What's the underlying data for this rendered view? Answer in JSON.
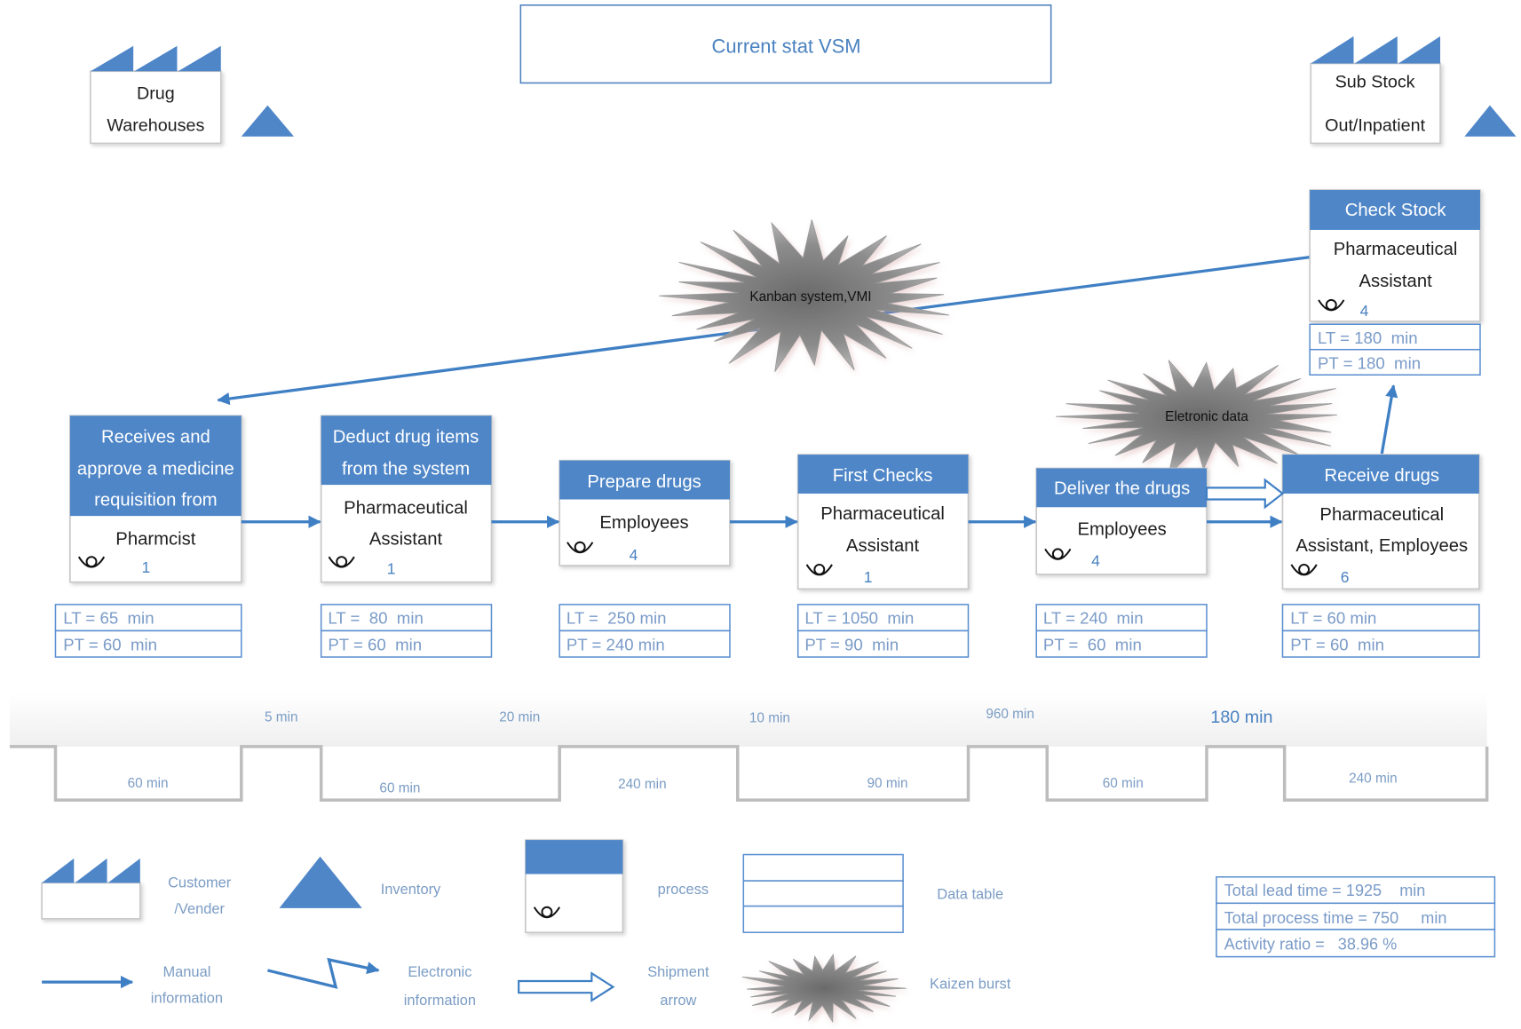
{
  "title": "Current stat VSM",
  "supplier": {
    "lines": [
      "Drug",
      "Warehouses"
    ]
  },
  "customer": {
    "lines": [
      "Sub Stock",
      "Out/Inpatient"
    ]
  },
  "check_stock": {
    "header": "Check Stock",
    "body": [
      "Pharmaceutical",
      "Assistant"
    ],
    "operators": "4",
    "lt": "LT = 180  min",
    "pt": "PT = 180  min"
  },
  "kaizen_bursts": [
    "Kanban system,VMI",
    "Eletronic data"
  ],
  "processes": [
    {
      "header": [
        "Receives and",
        "approve a medicine",
        "requisition from"
      ],
      "body": [
        "Pharmcist"
      ],
      "operators": "1",
      "lt": "LT = 65  min",
      "pt": "PT = 60  min"
    },
    {
      "header": [
        "Deduct drug items",
        "from the system"
      ],
      "body": [
        "Pharmaceutical",
        "Assistant"
      ],
      "operators": "1",
      "lt": "LT =  80  min",
      "pt": "PT = 60  min"
    },
    {
      "header": [
        "Prepare drugs"
      ],
      "body": [
        "Employees"
      ],
      "operators": "4",
      "lt": "LT =  250 min",
      "pt": "PT = 240 min"
    },
    {
      "header": [
        "First Checks"
      ],
      "body": [
        "Pharmaceutical",
        "Assistant"
      ],
      "operators": "1",
      "lt": "LT = 1050  min",
      "pt": "PT = 90  min"
    },
    {
      "header": [
        "Deliver the drugs"
      ],
      "body": [
        "Employees"
      ],
      "operators": "4",
      "lt": "LT = 240  min",
      "pt": "PT =  60  min"
    },
    {
      "header": [
        "Receive drugs"
      ],
      "body": [
        "Pharmaceutical",
        "Assistant, Employees"
      ],
      "operators": "6",
      "lt": "LT = 60 min",
      "pt": "PT = 60  min"
    }
  ],
  "timeline": {
    "wait_times": [
      "5 min",
      "20 min",
      "10 min",
      "960 min",
      "180 min"
    ],
    "process_times": [
      "60 min",
      "60 min",
      "240 min",
      "90 min",
      "60 min",
      "240 min"
    ]
  },
  "legend": {
    "customer": [
      "Customer",
      "/Vender"
    ],
    "inventory": "Inventory",
    "process": "process",
    "data_table": "Data table",
    "manual": [
      "Manual",
      "information"
    ],
    "electronic": [
      "Electronic",
      "information"
    ],
    "shipment": [
      "Shipment",
      "arrow"
    ],
    "kaizen": "Kaizen burst"
  },
  "totals": [
    "Total lead time = 1925    min",
    "Total process time = 750     min",
    "Activity ratio =   38.96 %"
  ],
  "icons": {
    "supplier": "factory-icon",
    "inventory": "inventory-triangle-icon",
    "operator": "operator-icon",
    "kaizen": "kaizen-burst-icon",
    "manual_info": "manual-information-arrow-icon",
    "electronic_info": "electronic-information-arrow-icon",
    "shipment": "shipment-arrow-icon"
  },
  "colors": {
    "process_header": "#4e86c8",
    "arrow": "#3f7fc4",
    "accent": "#4a82c0",
    "legend_text": "#7b9cc4",
    "table_border": "#5b8fd0",
    "table_text": "#7a9bc8",
    "timeline": "#bdbdbd"
  }
}
